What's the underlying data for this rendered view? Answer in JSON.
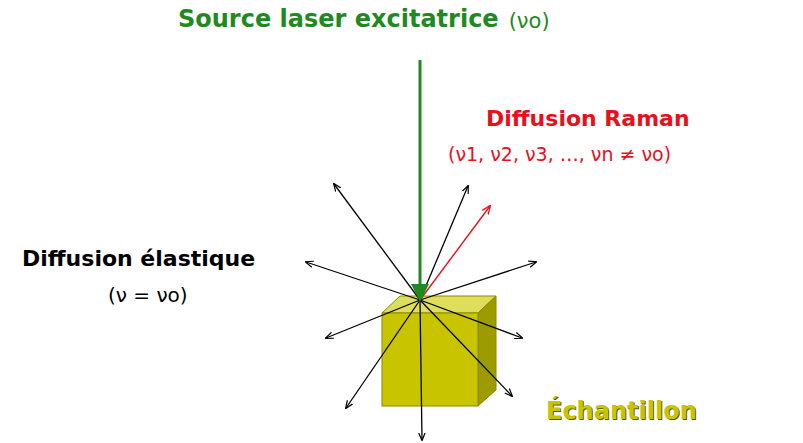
{
  "diagram": {
    "labels": [
      "Source laser excitatrice",
      "(νo)",
      "Diffusion Raman",
      "(ν1, ν2, ν3, …, νn ≠ νo)",
      "Diffusion élastique",
      "(ν = νo)",
      "Échantillon"
    ]
  }
}
